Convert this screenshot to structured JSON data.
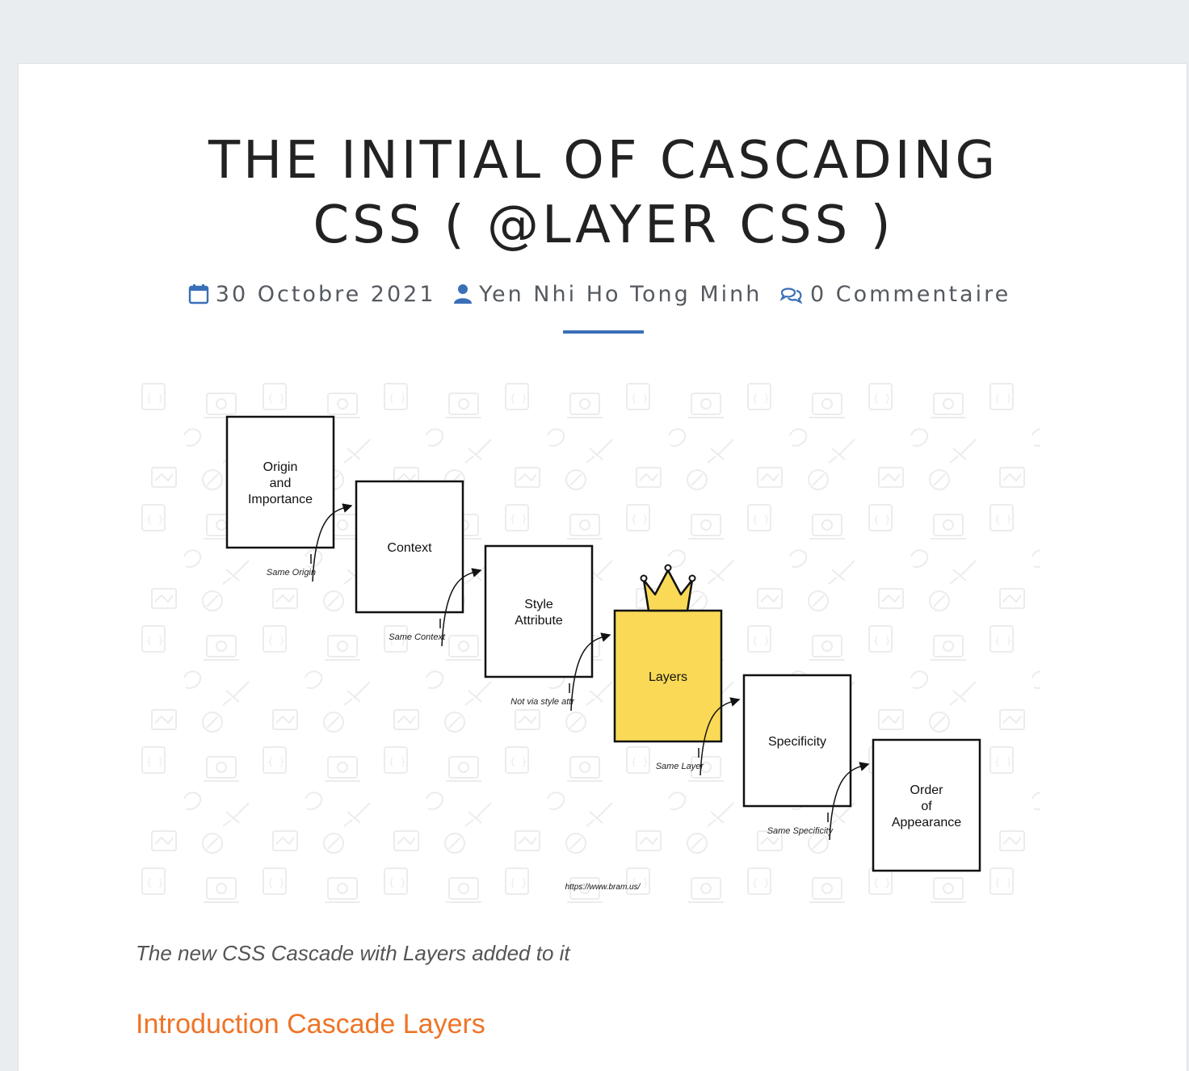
{
  "post": {
    "title_line1": "THE INITIAL OF CASCADING",
    "title_line2": "CSS ( @LAYER CSS )",
    "date": "30 Octobre 2021",
    "author": "Yen Nhi Ho Tong Minh",
    "comments": "0 Commentaire",
    "meta_icons": [
      "calendar-icon",
      "user-icon",
      "comments-icon"
    ],
    "accent_color": "#3a6fb8"
  },
  "figure": {
    "steps": [
      {
        "label": [
          "Origin",
          "and",
          "Importance"
        ],
        "highlight": false
      },
      {
        "label": [
          "Context"
        ],
        "highlight": false
      },
      {
        "label": [
          "Style",
          "Attribute"
        ],
        "highlight": false
      },
      {
        "label": [
          "Layers"
        ],
        "highlight": true
      },
      {
        "label": [
          "Specificity"
        ],
        "highlight": false
      },
      {
        "label": [
          "Order",
          "of",
          "Appearance"
        ],
        "highlight": false
      }
    ],
    "connectors": [
      "Same Origin",
      "Same Context",
      "Not via style attr",
      "Same Layer",
      "Same Specificity"
    ],
    "highlight_color": "#f9d956",
    "credit": "https://www.bram.us/"
  },
  "caption": "The new CSS Cascade with Layers added to it",
  "section_heading": "Introduction Cascade Layers",
  "heading_color": "#ee7426"
}
